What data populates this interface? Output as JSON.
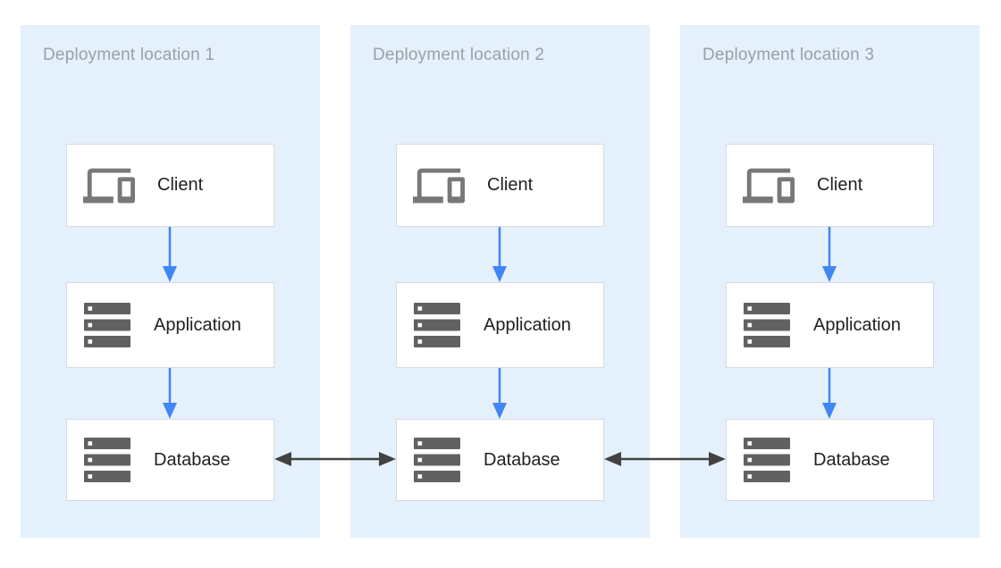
{
  "diagram": {
    "type": "architecture-diagram",
    "description_visible_text_only": true,
    "locations": [
      {
        "title": "Deployment location 1",
        "nodes": [
          {
            "id": "client",
            "label": "Client",
            "icon": "devices-icon"
          },
          {
            "id": "application",
            "label": "Application",
            "icon": "server-stack-icon"
          },
          {
            "id": "database",
            "label": "Database",
            "icon": "server-stack-icon"
          }
        ]
      },
      {
        "title": "Deployment location 2",
        "nodes": [
          {
            "id": "client",
            "label": "Client",
            "icon": "devices-icon"
          },
          {
            "id": "application",
            "label": "Application",
            "icon": "server-stack-icon"
          },
          {
            "id": "database",
            "label": "Database",
            "icon": "server-stack-icon"
          }
        ]
      },
      {
        "title": "Deployment location 3",
        "nodes": [
          {
            "id": "client",
            "label": "Client",
            "icon": "devices-icon"
          },
          {
            "id": "application",
            "label": "Application",
            "icon": "server-stack-icon"
          },
          {
            "id": "database",
            "label": "Database",
            "icon": "server-stack-icon"
          }
        ]
      }
    ],
    "connections": {
      "vertical_flow": [
        "Client -> Application",
        "Application -> Database"
      ],
      "horizontal_replication": [
        "Database 1 <-> Database 2",
        "Database 2 <-> Database 3"
      ]
    },
    "colors": {
      "zone_background": "#e4f0fb",
      "zone_title_text": "#9aa0a6",
      "node_background": "#ffffff",
      "node_border": "#d8dadd",
      "node_label_text": "#212121",
      "client_icon_gray": "#787878",
      "server_icon_gray": "#616161",
      "flow_arrow_blue": "#4285f4",
      "replication_arrow_dark": "#424242"
    }
  }
}
